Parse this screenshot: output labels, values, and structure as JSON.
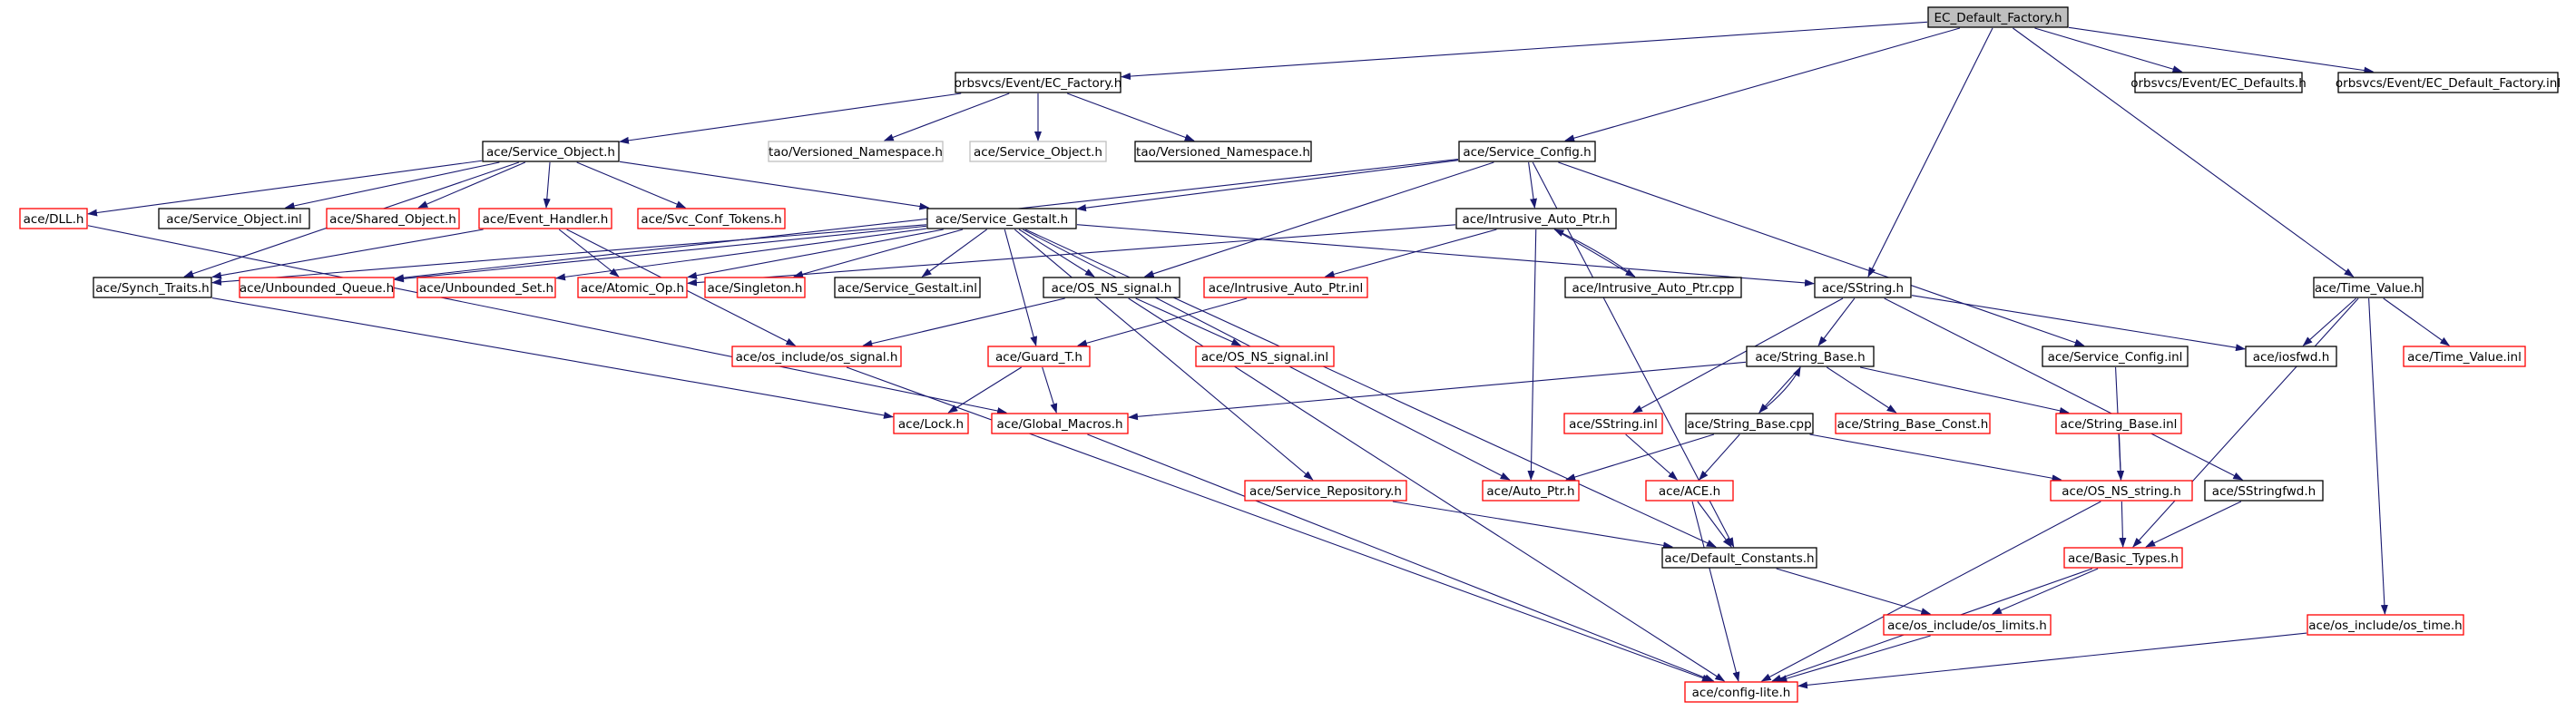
{
  "colors": {
    "edge": "#191970",
    "border_documented": "#000000",
    "border_undocumented": "#ff0000",
    "border_external": "#bfbfbf",
    "root_fill": "#bfbfbf",
    "node_fill": "#ffffff"
  },
  "root": "n_root",
  "nodes": {
    "n_root": {
      "label": "EC_Default_Factory.h",
      "kind": "root"
    },
    "n_ecfactory": {
      "label": "orbsvcs/Event/EC_Factory.h",
      "kind": "documented"
    },
    "n_ecdefaults": {
      "label": "orbsvcs/Event/EC_Defaults.h",
      "kind": "documented"
    },
    "n_ecdefaultfactoryinl": {
      "label": "orbsvcs/Event/EC_Default_Factory.inl",
      "kind": "documented"
    },
    "n_serviceobject": {
      "label": "ace/Service_Object.h",
      "kind": "documented"
    },
    "n_taoversioned1": {
      "label": "tao/Versioned_Namespace.h",
      "kind": "external"
    },
    "n_serviceobjectext": {
      "label": "ace/Service_Object.h",
      "kind": "external"
    },
    "n_taoversioned2": {
      "label": "tao/Versioned_Namespace.h",
      "kind": "documented"
    },
    "n_serviceconfig": {
      "label": "ace/Service_Config.h",
      "kind": "documented"
    },
    "n_dll": {
      "label": "ace/DLL.h",
      "kind": "undocumented"
    },
    "n_serviceobjectinl": {
      "label": "ace/Service_Object.inl",
      "kind": "documented"
    },
    "n_sharedobject": {
      "label": "ace/Shared_Object.h",
      "kind": "undocumented"
    },
    "n_eventhandler": {
      "label": "ace/Event_Handler.h",
      "kind": "undocumented"
    },
    "n_svcconftokens": {
      "label": "ace/Svc_Conf_Tokens.h",
      "kind": "undocumented"
    },
    "n_servicegestalt": {
      "label": "ace/Service_Gestalt.h",
      "kind": "documented"
    },
    "n_intrusiveautoptr": {
      "label": "ace/Intrusive_Auto_Ptr.h",
      "kind": "documented"
    },
    "n_synchtraits": {
      "label": "ace/Synch_Traits.h",
      "kind": "documented"
    },
    "n_unboundedqueue": {
      "label": "ace/Unbounded_Queue.h",
      "kind": "undocumented"
    },
    "n_unboundedset": {
      "label": "ace/Unbounded_Set.h",
      "kind": "undocumented"
    },
    "n_atomicop": {
      "label": "ace/Atomic_Op.h",
      "kind": "undocumented"
    },
    "n_singleton": {
      "label": "ace/Singleton.h",
      "kind": "undocumented"
    },
    "n_servicegestaltinl": {
      "label": "ace/Service_Gestalt.inl",
      "kind": "documented"
    },
    "n_osnssignal": {
      "label": "ace/OS_NS_signal.h",
      "kind": "documented"
    },
    "n_intrusiveautoptrinl": {
      "label": "ace/Intrusive_Auto_Ptr.inl",
      "kind": "undocumented"
    },
    "n_intrusiveautoptrcpp": {
      "label": "ace/Intrusive_Auto_Ptr.cpp",
      "kind": "documented"
    },
    "n_sstring": {
      "label": "ace/SString.h",
      "kind": "documented"
    },
    "n_timevalue": {
      "label": "ace/Time_Value.h",
      "kind": "documented"
    },
    "n_osincludesignal": {
      "label": "ace/os_include/os_signal.h",
      "kind": "undocumented"
    },
    "n_guardt": {
      "label": "ace/Guard_T.h",
      "kind": "undocumented"
    },
    "n_osnssignalinl": {
      "label": "ace/OS_NS_signal.inl",
      "kind": "undocumented"
    },
    "n_stringbase": {
      "label": "ace/String_Base.h",
      "kind": "documented"
    },
    "n_serviceconfiginl": {
      "label": "ace/Service_Config.inl",
      "kind": "documented"
    },
    "n_iosfwd": {
      "label": "ace/iosfwd.h",
      "kind": "documented"
    },
    "n_timevalueinl": {
      "label": "ace/Time_Value.inl",
      "kind": "undocumented"
    },
    "n_lock": {
      "label": "ace/Lock.h",
      "kind": "undocumented"
    },
    "n_globalmacros": {
      "label": "ace/Global_Macros.h",
      "kind": "undocumented"
    },
    "n_sstringinl": {
      "label": "ace/SString.inl",
      "kind": "undocumented"
    },
    "n_stringbasecpp": {
      "label": "ace/String_Base.cpp",
      "kind": "documented"
    },
    "n_stringbaseconst": {
      "label": "ace/String_Base_Const.h",
      "kind": "undocumented"
    },
    "n_stringbaseinl": {
      "label": "ace/String_Base.inl",
      "kind": "undocumented"
    },
    "n_servicerepository": {
      "label": "ace/Service_Repository.h",
      "kind": "undocumented"
    },
    "n_autoptr": {
      "label": "ace/Auto_Ptr.h",
      "kind": "undocumented"
    },
    "n_ace": {
      "label": "ace/ACE.h",
      "kind": "undocumented"
    },
    "n_osnsstring": {
      "label": "ace/OS_NS_string.h",
      "kind": "undocumented"
    },
    "n_sstringfwd": {
      "label": "ace/SStringfwd.h",
      "kind": "documented"
    },
    "n_defaultconstants": {
      "label": "ace/Default_Constants.h",
      "kind": "documented"
    },
    "n_basictypes": {
      "label": "ace/Basic_Types.h",
      "kind": "undocumented"
    },
    "n_osincludelimits": {
      "label": "ace/os_include/os_limits.h",
      "kind": "undocumented"
    },
    "n_osincludetime": {
      "label": "ace/os_include/os_time.h",
      "kind": "undocumented"
    },
    "n_configlite": {
      "label": "ace/config-lite.h",
      "kind": "undocumented"
    }
  },
  "edges": [
    [
      "n_root",
      "n_ecfactory"
    ],
    [
      "n_root",
      "n_ecdefaults"
    ],
    [
      "n_root",
      "n_ecdefaultfactoryinl"
    ],
    [
      "n_root",
      "n_serviceconfig"
    ],
    [
      "n_root",
      "n_sstring"
    ],
    [
      "n_root",
      "n_timevalue"
    ],
    [
      "n_ecfactory",
      "n_serviceobject"
    ],
    [
      "n_ecfactory",
      "n_taoversioned1"
    ],
    [
      "n_ecfactory",
      "n_serviceobjectext"
    ],
    [
      "n_ecfactory",
      "n_taoversioned2"
    ],
    [
      "n_serviceobject",
      "n_dll"
    ],
    [
      "n_serviceobject",
      "n_serviceobjectinl"
    ],
    [
      "n_serviceobject",
      "n_sharedobject"
    ],
    [
      "n_serviceobject",
      "n_eventhandler"
    ],
    [
      "n_serviceobject",
      "n_svcconftokens"
    ],
    [
      "n_serviceobject",
      "n_servicegestalt"
    ],
    [
      "n_serviceobject",
      "n_synchtraits"
    ],
    [
      "n_serviceconfig",
      "n_servicegestalt"
    ],
    [
      "n_serviceconfig",
      "n_intrusiveautoptr"
    ],
    [
      "n_serviceconfig",
      "n_osnssignal"
    ],
    [
      "n_serviceconfig",
      "n_serviceconfiginl"
    ],
    [
      "n_serviceconfig",
      "n_defaultconstants"
    ],
    [
      "n_serviceconfig",
      "n_unboundedqueue"
    ],
    [
      "n_eventhandler",
      "n_atomicop"
    ],
    [
      "n_eventhandler",
      "n_synchtraits"
    ],
    [
      "n_eventhandler",
      "n_osincludesignal"
    ],
    [
      "n_dll",
      "n_globalmacros"
    ],
    [
      "n_servicegestalt",
      "n_synchtraits"
    ],
    [
      "n_servicegestalt",
      "n_unboundedqueue"
    ],
    [
      "n_servicegestalt",
      "n_unboundedset"
    ],
    [
      "n_servicegestalt",
      "n_atomicop"
    ],
    [
      "n_servicegestalt",
      "n_singleton"
    ],
    [
      "n_servicegestalt",
      "n_servicegestaltinl"
    ],
    [
      "n_servicegestalt",
      "n_osnssignal"
    ],
    [
      "n_servicegestalt",
      "n_guardt"
    ],
    [
      "n_servicegestalt",
      "n_servicerepository"
    ],
    [
      "n_servicegestalt",
      "n_autoptr"
    ],
    [
      "n_servicegestalt",
      "n_sstring"
    ],
    [
      "n_servicegestalt",
      "n_defaultconstants"
    ],
    [
      "n_intrusiveautoptr",
      "n_atomicop"
    ],
    [
      "n_intrusiveautoptr",
      "n_intrusiveautoptrinl"
    ],
    [
      "n_intrusiveautoptr",
      "n_intrusiveautoptrcpp"
    ],
    [
      "n_intrusiveautoptr",
      "n_autoptr"
    ],
    [
      "n_intrusiveautoptrcpp",
      "n_intrusiveautoptr"
    ],
    [
      "n_intrusiveautoptrinl",
      "n_guardt"
    ],
    [
      "n_synchtraits",
      "n_lock"
    ],
    [
      "n_osnssignal",
      "n_osincludesignal"
    ],
    [
      "n_osnssignal",
      "n_osnssignalinl"
    ],
    [
      "n_osnssignal",
      "n_configlite"
    ],
    [
      "n_guardt",
      "n_lock"
    ],
    [
      "n_guardt",
      "n_globalmacros"
    ],
    [
      "n_osincludesignal",
      "n_configlite"
    ],
    [
      "n_globalmacros",
      "n_configlite"
    ],
    [
      "n_sstring",
      "n_stringbase"
    ],
    [
      "n_sstring",
      "n_sstringinl"
    ],
    [
      "n_sstring",
      "n_iosfwd"
    ],
    [
      "n_sstring",
      "n_sstringfwd"
    ],
    [
      "n_stringbase",
      "n_globalmacros"
    ],
    [
      "n_stringbase",
      "n_stringbasecpp"
    ],
    [
      "n_stringbase",
      "n_stringbaseconst"
    ],
    [
      "n_stringbase",
      "n_stringbaseinl"
    ],
    [
      "n_stringbasecpp",
      "n_stringbase"
    ],
    [
      "n_stringbasecpp",
      "n_autoptr"
    ],
    [
      "n_stringbasecpp",
      "n_ace"
    ],
    [
      "n_stringbasecpp",
      "n_osnsstring"
    ],
    [
      "n_sstringinl",
      "n_ace"
    ],
    [
      "n_stringbaseinl",
      "n_osnsstring"
    ],
    [
      "n_serviceconfiginl",
      "n_osnsstring"
    ],
    [
      "n_timevalue",
      "n_iosfwd"
    ],
    [
      "n_timevalue",
      "n_timevalueinl"
    ],
    [
      "n_timevalue",
      "n_basictypes"
    ],
    [
      "n_timevalue",
      "n_osincludetime"
    ],
    [
      "n_servicerepository",
      "n_defaultconstants"
    ],
    [
      "n_ace",
      "n_defaultconstants"
    ],
    [
      "n_ace",
      "n_configlite"
    ],
    [
      "n_osnsstring",
      "n_basictypes"
    ],
    [
      "n_osnsstring",
      "n_configlite"
    ],
    [
      "n_sstringfwd",
      "n_basictypes"
    ],
    [
      "n_defaultconstants",
      "n_osincludelimits"
    ],
    [
      "n_basictypes",
      "n_osincludelimits"
    ],
    [
      "n_basictypes",
      "n_configlite"
    ],
    [
      "n_osincludelimits",
      "n_configlite"
    ],
    [
      "n_osincludetime",
      "n_configlite"
    ]
  ]
}
